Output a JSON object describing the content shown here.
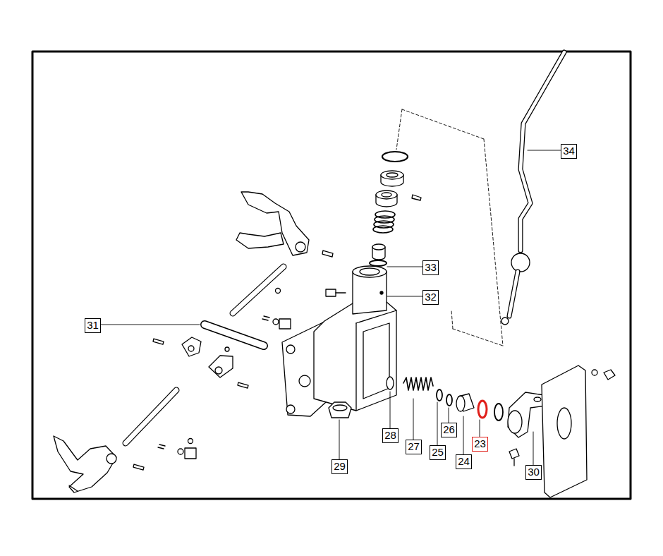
{
  "diagram": {
    "labels": [
      "34",
      "33",
      "32",
      "31",
      "26",
      "28",
      "23",
      "27",
      "25",
      "24",
      "29",
      "30"
    ]
  }
}
